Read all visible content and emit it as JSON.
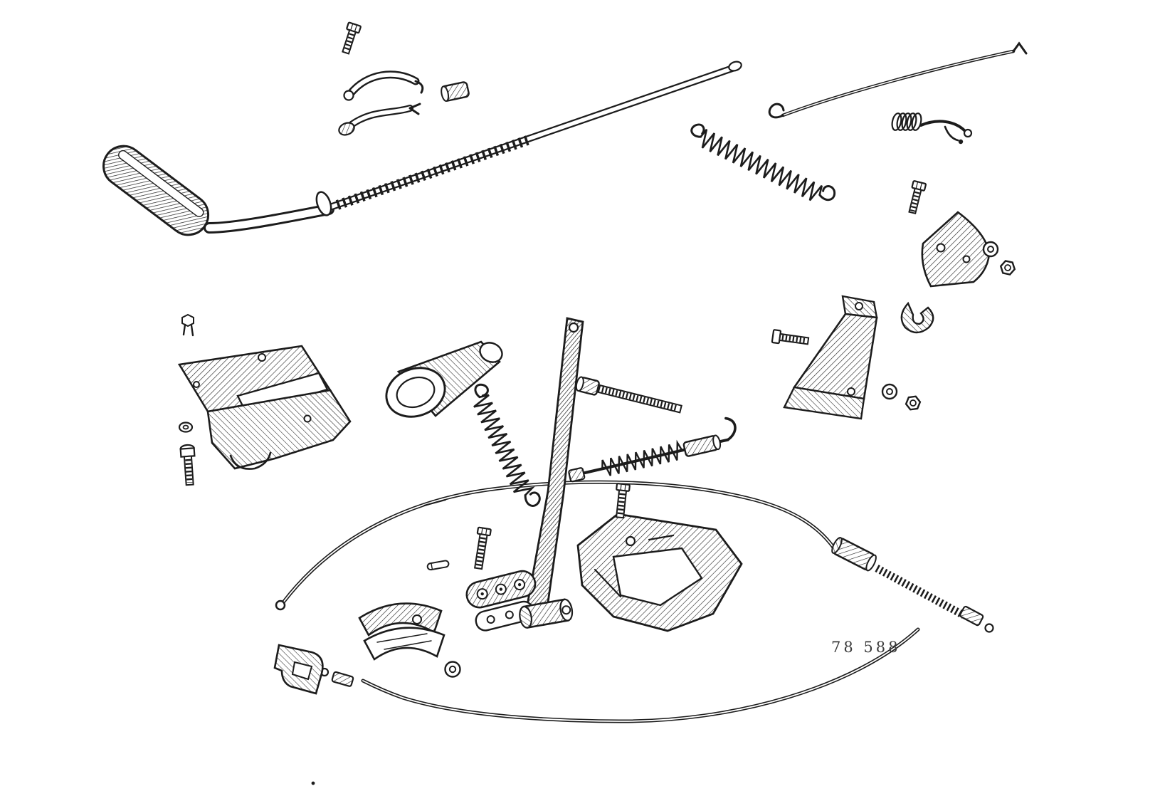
{
  "figure": {
    "label": "78 588",
    "kind": "exploded-parts-diagram",
    "subject": "handbrake / parking-brake linkage"
  },
  "colors": {
    "ink": "#1c1c1c",
    "label_ink": "#3b3b3b",
    "paper": "#ffffff"
  },
  "parts": [
    "handbrake-lever",
    "lever-grip",
    "ratchet-pull-rod",
    "ratchet-teeth",
    "hex-bolt-top",
    "pawl-spring-clip",
    "pawl-link",
    "spacer-sleeve",
    "release-rod",
    "extension-spring",
    "torsion-spring-link",
    "hex-bolt-upper-right",
    "gusset-bracket",
    "washer-upper-right",
    "hex-nut-upper-right",
    "cable-clamp",
    "support-bracket",
    "hex-bolt-mid-right",
    "washer-lower-right",
    "hex-nut-lower-right",
    "clip-fastener-left",
    "mounting-bracket-left",
    "washer-left",
    "hex-bolt-left",
    "boot-grommet",
    "brake-lever-arm",
    "return-spring-center",
    "adjuster-threaded-rod",
    "spring-pull-rod",
    "equalizer-bracket",
    "hex-bolt-equalizer",
    "link-plate-upper",
    "link-plate-lower",
    "pivot-sleeve",
    "washer-center",
    "hex-bolt-center",
    "clevis-pin-small",
    "cable-guide-shoe-upper",
    "cable-guide-shoe-lower",
    "cable-clevis",
    "brake-cable-upper-run",
    "brake-cable-lower-run",
    "cable-ferrule",
    "threaded-cable-end"
  ]
}
